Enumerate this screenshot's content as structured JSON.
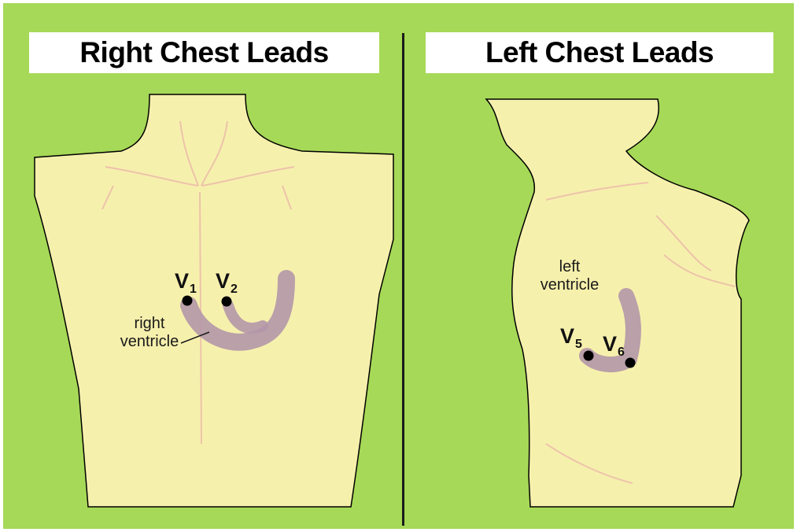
{
  "colors": {
    "background": "#a6d957",
    "skin": "#f6f0ad",
    "heart": "#b497a8",
    "lead_dot": "#000000",
    "title_box": "#ffffff"
  },
  "panels": {
    "right": {
      "title": "Right Chest Leads",
      "leads": [
        {
          "letter": "V",
          "number": "1"
        },
        {
          "letter": "V",
          "number": "2"
        }
      ],
      "annotation": [
        "right",
        "ventricle"
      ]
    },
    "left": {
      "title": "Left Chest Leads",
      "leads": [
        {
          "letter": "V",
          "number": "5"
        },
        {
          "letter": "V",
          "number": "6"
        }
      ],
      "annotation": [
        "left",
        "ventricle"
      ]
    }
  }
}
